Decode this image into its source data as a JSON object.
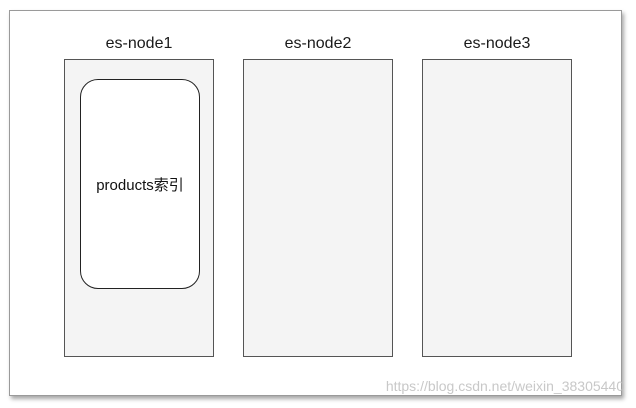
{
  "nodes": [
    {
      "label": "es-node1"
    },
    {
      "label": "es-node2"
    },
    {
      "label": "es-node3"
    }
  ],
  "index": {
    "label": "products索引",
    "node": "es-node1"
  },
  "watermark": "https://blog.csdn.net/weixin_38305440",
  "colors": {
    "node_fill": "#f4f4f4",
    "node_border": "#555555",
    "index_fill": "#ffffff",
    "index_border": "#222222",
    "frame_border": "#9a9a9a"
  }
}
